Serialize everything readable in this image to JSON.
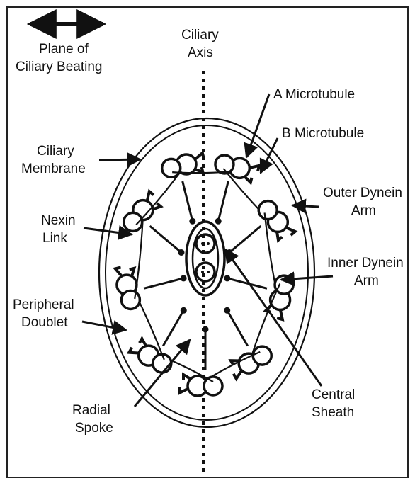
{
  "diagram": {
    "labels": {
      "plane_line1": "Plane of",
      "plane_line2": "Ciliary Beating",
      "axis_line1": "Ciliary",
      "axis_line2": "Axis",
      "a_microtubule": "A Microtubule",
      "b_microtubule": "B Microtubule",
      "ciliary_membrane_line1": "Ciliary",
      "ciliary_membrane_line2": "Membrane",
      "outer_dynein_line1": "Outer Dynein",
      "outer_dynein_line2": "Arm",
      "nexin_line1": "Nexin",
      "nexin_line2": "Link",
      "inner_dynein_line1": "Inner Dynein",
      "inner_dynein_line2": "Arm",
      "peripheral_line1": "Peripheral",
      "peripheral_line2": "Doublet",
      "central_sheath_line1": "Central",
      "central_sheath_line2": "Sheath",
      "radial_spoke_line1": "Radial",
      "radial_spoke_line2": "Spoke"
    },
    "doublet_count": 9,
    "central_pair_count": 2,
    "colors": {
      "ink": "#111111",
      "background": "#ffffff",
      "frame": "#222222"
    }
  }
}
